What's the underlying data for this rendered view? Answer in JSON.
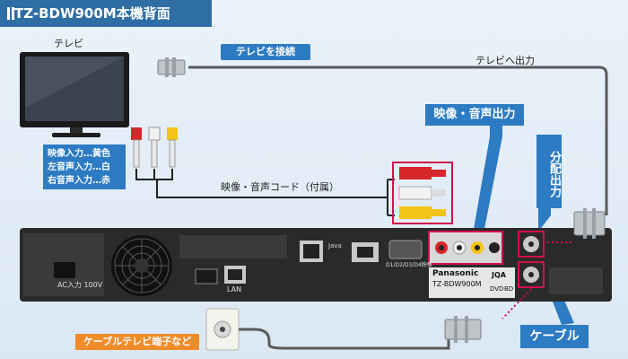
{
  "title": "TZ-BDW900M本機背面",
  "tv": {
    "label": "テレビ"
  },
  "connect_tv": {
    "label": "テレビを接続"
  },
  "to_tv": {
    "label": "テレビへ出力"
  },
  "av_output": {
    "label": "映像・音声出力"
  },
  "split_output": {
    "label": "分配出力"
  },
  "av_cord": {
    "label": "映像・音声コード（付属）"
  },
  "legend": {
    "video": "映像入力…黄色",
    "audio_left": "左音声入力…白",
    "audio_right": "右音声入力…赤"
  },
  "cable_terminal": {
    "label": "ケーブルテレビ端子など"
  },
  "cable": {
    "label": "ケーブル"
  },
  "device": {
    "ac_label": "AC入力 100V",
    "lan_label": "LAN",
    "brand": "Panasonic",
    "model": "TZ-BDW900M",
    "jqa": "JQA",
    "dvd": "DVD",
    "bd": "BD",
    "spdif": "D1/D2/D3/D4映像",
    "java": "Java"
  },
  "colors": {
    "title_bg": "#2f6ea5",
    "label_blue": "#2d7bc2",
    "label_orange": "#f08c2a",
    "highlight": "#d0114b",
    "device_body": "#2a2a2a",
    "rca_red": "#d7262a",
    "rca_white": "#f2f2f2",
    "rca_yellow": "#f3c316"
  }
}
